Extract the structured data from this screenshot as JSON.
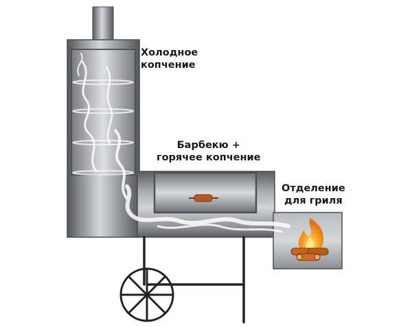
{
  "labels": {
    "cold_smoke": [
      "Холодное",
      "копчение"
    ],
    "bbq_hot_smoke": [
      "Барбекю +",
      "горячее копчение"
    ],
    "grill_section": [
      "Отделение",
      "для гриля"
    ]
  },
  "colors": {
    "metal_dark": "#5d5f63",
    "metal_light": "#c9cacc",
    "frame": "#222222",
    "flame": "#f39a1e",
    "flame_core": "#ffd35a",
    "logs": "#c6641f"
  },
  "icons": {
    "fire": "fire-icon",
    "wheel": "wheel-icon",
    "handle": "handle-icon",
    "smoke": "smoke-icon"
  }
}
